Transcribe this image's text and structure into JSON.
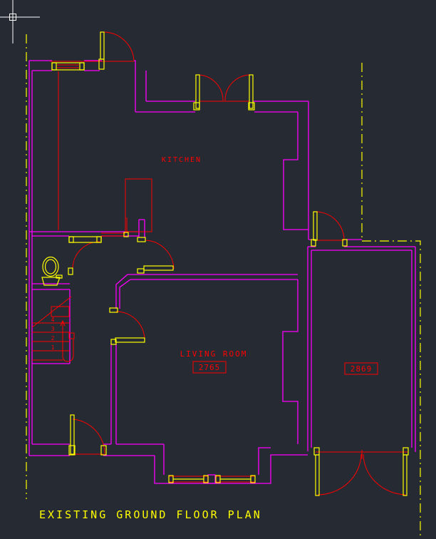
{
  "drawing": {
    "title": "EXISTING GROUND FLOOR PLAN"
  },
  "rooms": {
    "kitchen": {
      "label": "KITCHEN"
    },
    "living_room": {
      "label": "LIVING ROOM",
      "dimension": "2765"
    },
    "right_room": {
      "dimension": "2869"
    }
  },
  "stairs": {
    "treads": [
      "4",
      "3",
      "2",
      "1"
    ]
  },
  "colors": {
    "background": "#252a33",
    "wall": "#ff00ff",
    "detail": "#ff0000",
    "fixture": "#ffff00",
    "cursor": "#ffffff"
  },
  "icons": {
    "crosshair": "crosshair-cursor",
    "toilet": "toilet-icon"
  }
}
